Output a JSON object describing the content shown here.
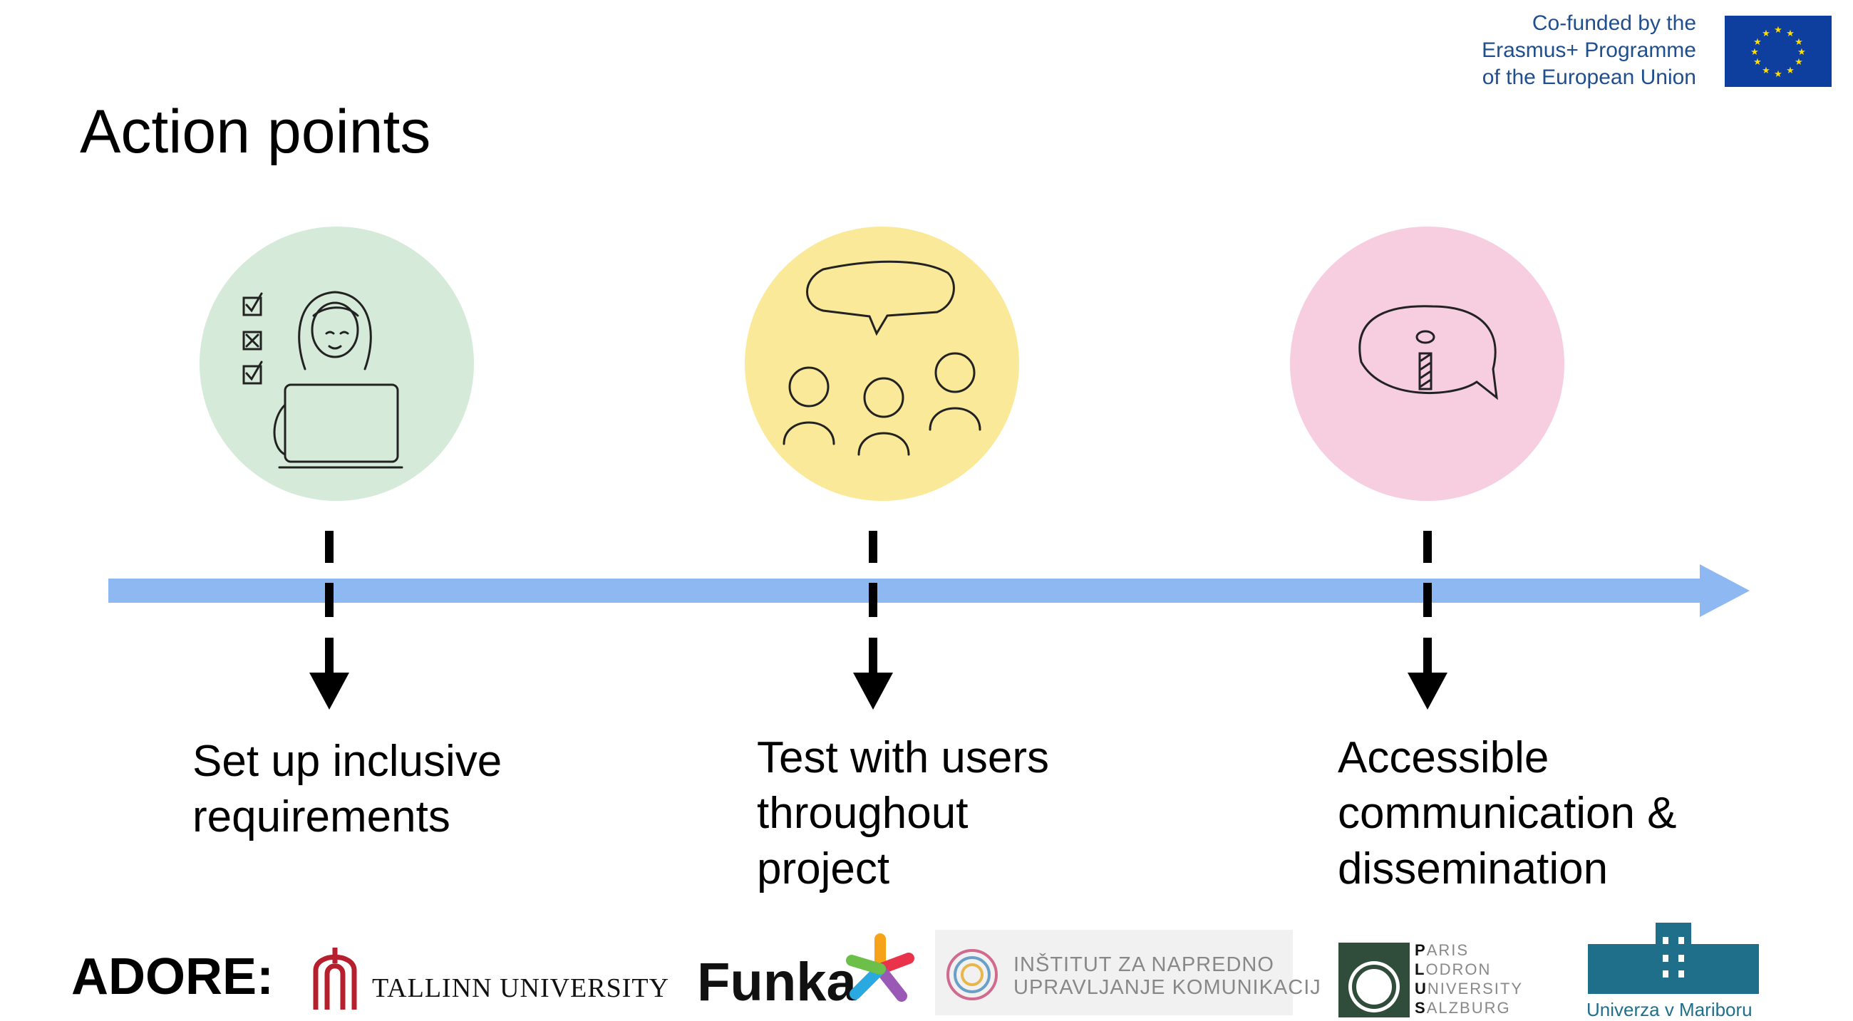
{
  "eu_banner": {
    "lines": [
      "Co-funded by the",
      "Erasmus+ Programme",
      "of the European Union"
    ],
    "flag_color": "#0f3f9e",
    "star_color": "#ffdd00"
  },
  "slide": {
    "title": "Action points"
  },
  "steps": [
    {
      "label_lines": [
        "Set up inclusive",
        "requirements"
      ],
      "icon": "person-laptop-checklist-icon",
      "circle_color": "#d5ead8"
    },
    {
      "label_lines": [
        "Test with users",
        "throughout",
        "project"
      ],
      "icon": "group-speech-bubble-icon",
      "circle_color": "#fbe99a"
    },
    {
      "label_lines": [
        "Accessible",
        "communication &",
        "dissemination"
      ],
      "icon": "info-speech-bubble-icon",
      "circle_color": "#f7cde0"
    }
  ],
  "timeline": {
    "color": "#8db8f1"
  },
  "footer": {
    "project": "ADORE:",
    "partners": [
      {
        "name": "TALLINN UNIVERSITY",
        "icon": "tallinn-university-logo-icon"
      },
      {
        "name": "Funka",
        "icon": "funka-star-logo-icon"
      },
      {
        "name_lines": [
          "INŠTITUT ZA NAPREDNO",
          "UPRAVLJANJE KOMUNIKACIJ"
        ],
        "icon": "inuk-logo-icon"
      },
      {
        "name_lines": [
          "PARIS",
          "LODRON",
          "UNIVERSITY",
          "SALZBURG"
        ],
        "icon": "plus-logo-icon"
      },
      {
        "name": "Univerza v Mariboru",
        "icon": "maribor-building-logo-icon"
      }
    ]
  }
}
